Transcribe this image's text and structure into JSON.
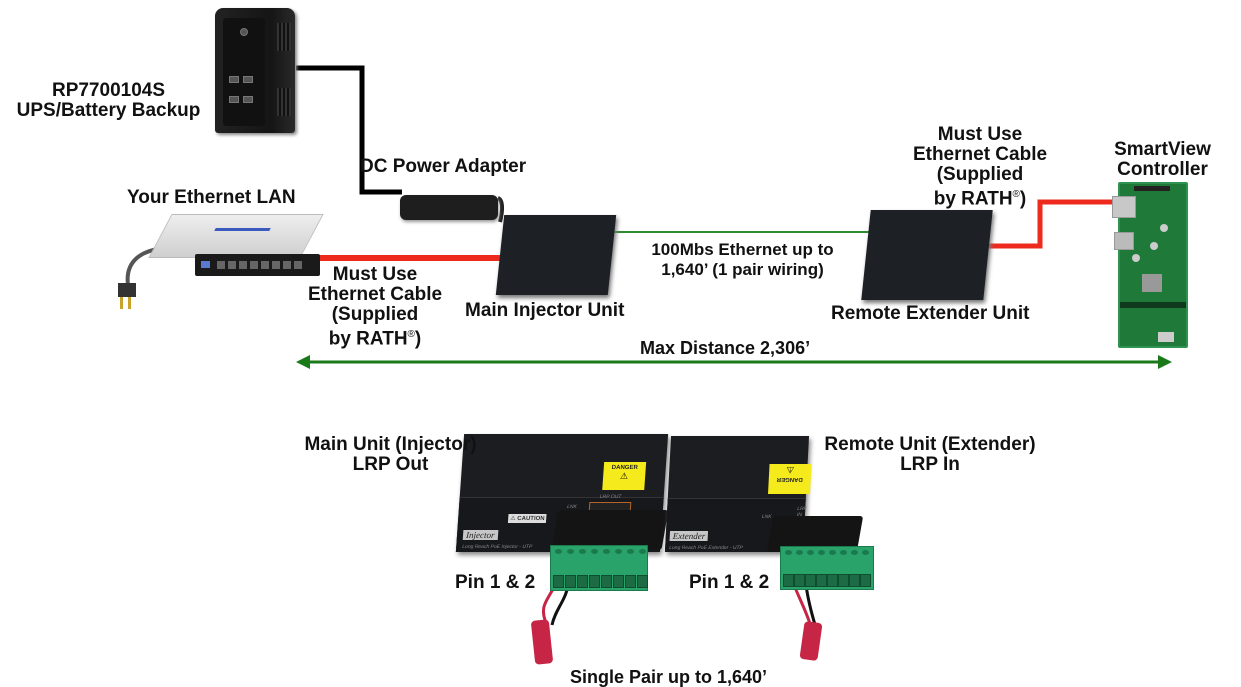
{
  "diagram": {
    "title_labels": {
      "ups": {
        "line1": "RP7700104S",
        "line2": "UPS/Battery Backup"
      },
      "dc_adapter": "DC Power Adapter",
      "lan": "Your Ethernet LAN",
      "cable_left": {
        "line1": "Must Use",
        "line2": "Ethernet Cable",
        "line3": "(Supplied",
        "line4": "by RATH",
        "reg": "®",
        "close": ")"
      },
      "injector": "Main Injector Unit",
      "link": {
        "line1": "100Mbs Ethernet up to",
        "line2": "1,640’ (1 pair wiring)"
      },
      "cable_right": {
        "line1": "Must Use",
        "line2": "Ethernet Cable",
        "line3": "(Supplied",
        "line4": "by RATH",
        "reg": "®",
        "close": ")"
      },
      "extender": "Remote Extender Unit",
      "controller": {
        "line1": "SmartView",
        "line2": "Controller"
      },
      "max_distance": "Max Distance 2,306’"
    },
    "detail_labels": {
      "main_unit": {
        "line1": "Main Unit (Injector)",
        "line2": "LRP Out"
      },
      "remote_unit": {
        "line1": "Remote Unit (Extender)",
        "line2": "LRP In"
      },
      "pin_left": "Pin 1 & 2",
      "pin_right": "Pin 1 & 2",
      "single_pair": "Single Pair up to 1,640’"
    },
    "device_text": {
      "injector_tag": "Injector",
      "injector_sub": "Long Reach PoE Injector - UTP",
      "injector_caution": "⚠ CAUTION",
      "injector_port": "LRP OUT",
      "injector_led": "LNK",
      "injector_sticker": "DANGER",
      "extender_tag": "Extender",
      "extender_sub": "Long Reach PoE Extender - UTP",
      "extender_port": "LRP IN",
      "extender_led": "LNK",
      "extender_sticker": "DANGER"
    },
    "colors": {
      "ethernet_cable": "#ee2a1e",
      "link_wire": "#2e8b2e",
      "power_wire": "#000000",
      "distance_arrow": "#1a7a1a"
    }
  }
}
